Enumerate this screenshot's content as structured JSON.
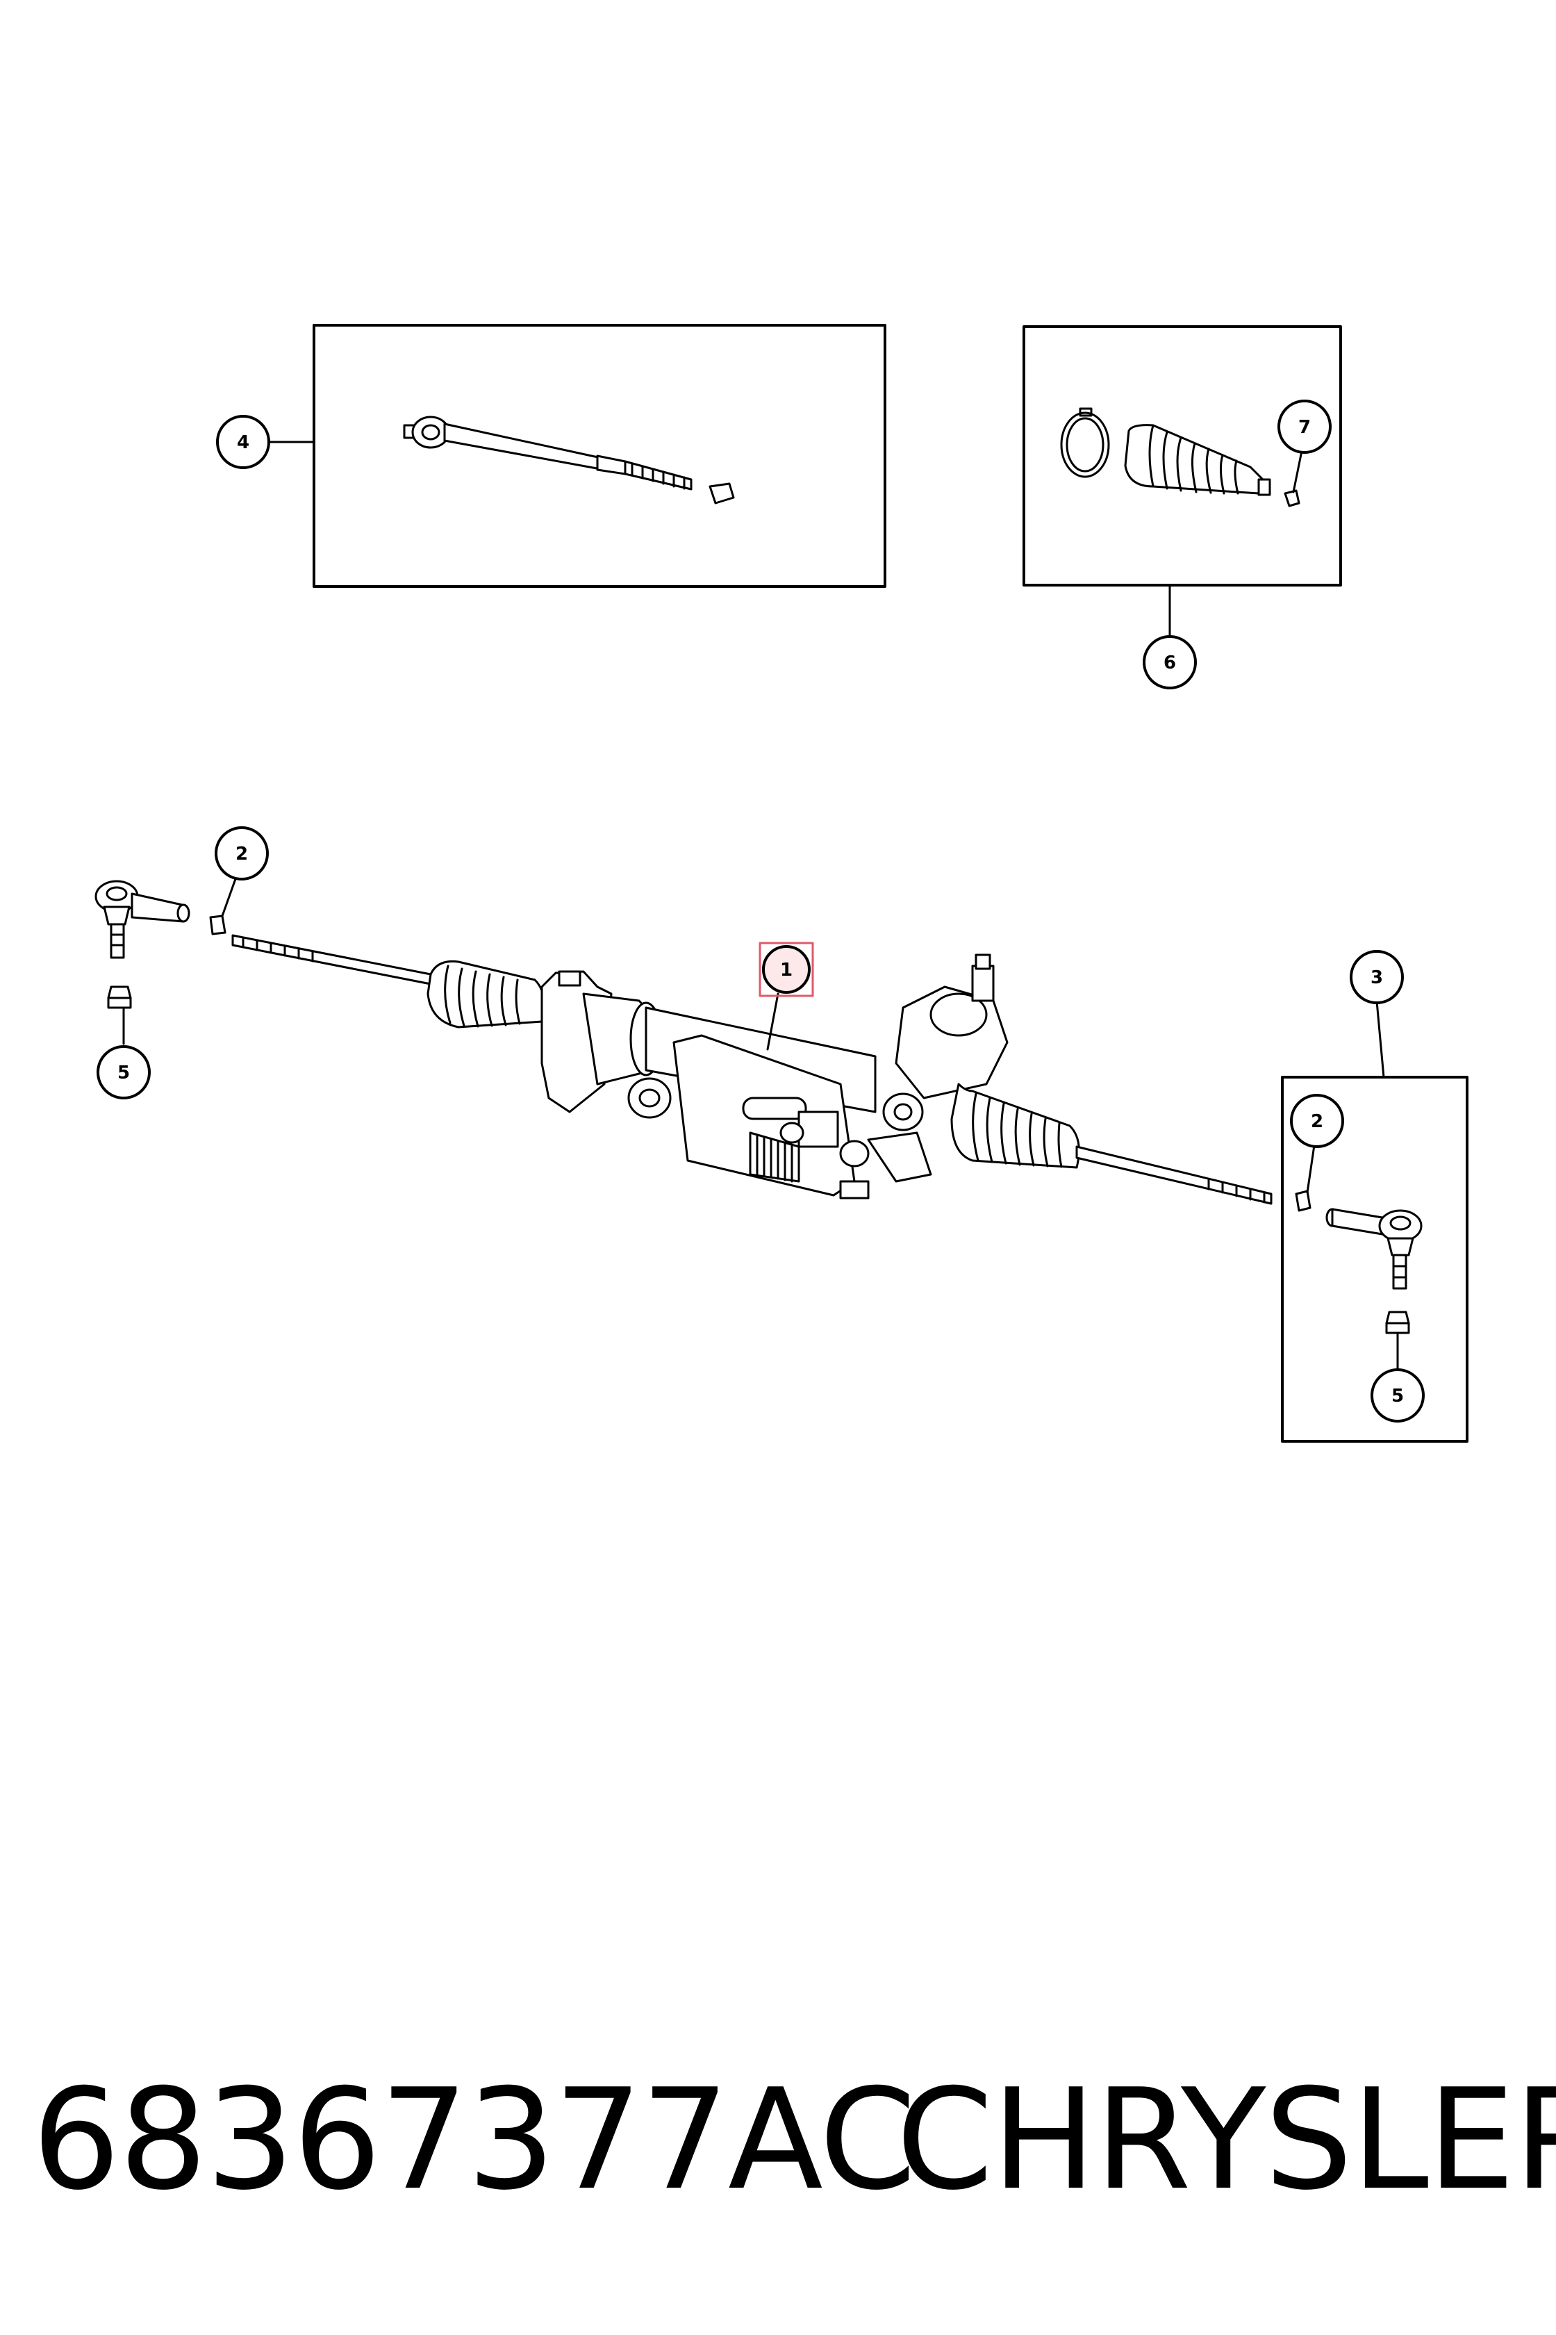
{
  "callouts": [
    {
      "id": "c4",
      "label": "4"
    },
    {
      "id": "c6",
      "label": "6"
    },
    {
      "id": "c7",
      "label": "7"
    },
    {
      "id": "c2a",
      "label": "2"
    },
    {
      "id": "c5a",
      "label": "5"
    },
    {
      "id": "c1",
      "label": "1",
      "highlighted": true
    },
    {
      "id": "c3",
      "label": "3"
    },
    {
      "id": "c2b",
      "label": "2"
    },
    {
      "id": "c5b",
      "label": "5"
    }
  ],
  "highlight_color": "#e05a6a",
  "footer": {
    "part_number": "68367377AC",
    "brand": "CHRYSLER"
  }
}
